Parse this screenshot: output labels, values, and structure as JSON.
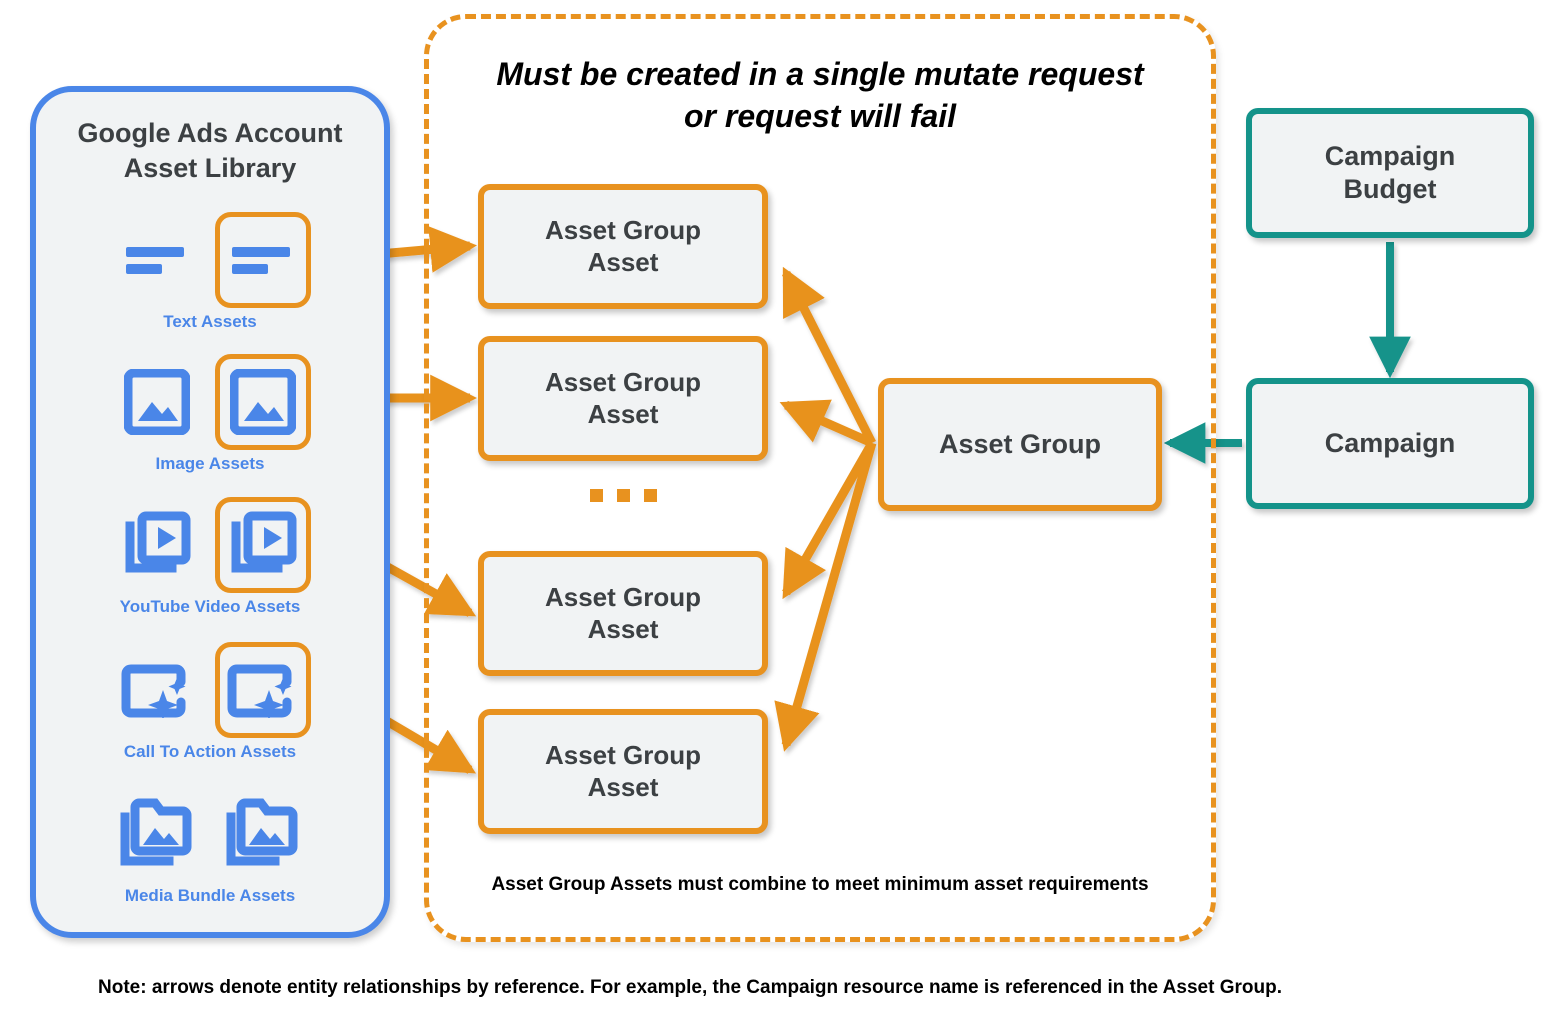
{
  "colors": {
    "orange": "#e8921f",
    "blue": "#4a86e8",
    "teal": "#14938a",
    "node_fill": "#f1f3f4",
    "text_dark": "#3c4043",
    "text_black": "#000000"
  },
  "asset_library": {
    "title": "Google Ads Account\nAsset Library",
    "items": [
      {
        "caption": "Text Assets",
        "icon": "text-asset-icon"
      },
      {
        "caption": "Image Assets",
        "icon": "image-asset-icon"
      },
      {
        "caption": "YouTube Video  Assets",
        "icon": "video-asset-icon"
      },
      {
        "caption": "Call To Action Assets",
        "icon": "call-to-action-asset-icon"
      },
      {
        "caption": "Media Bundle  Assets",
        "icon": "media-bundle-asset-icon"
      }
    ]
  },
  "mutate_container": {
    "header": "Must be created in a single mutate request\nor request will fail",
    "footnote": "Asset Group Assets must combine to meet minimum asset requirements",
    "ellipsis": "…",
    "asset_group_assets": [
      {
        "label": "Asset Group\nAsset"
      },
      {
        "label": "Asset Group\nAsset"
      },
      {
        "label": "Asset Group\nAsset"
      },
      {
        "label": "Asset Group\nAsset"
      }
    ]
  },
  "nodes": {
    "asset_group": "Asset Group",
    "campaign_budget": "Campaign\nBudget",
    "campaign": "Campaign"
  },
  "note": "Note: arrows denote entity relationships by reference. For example, the Campaign resource name is referenced in the Asset Group."
}
